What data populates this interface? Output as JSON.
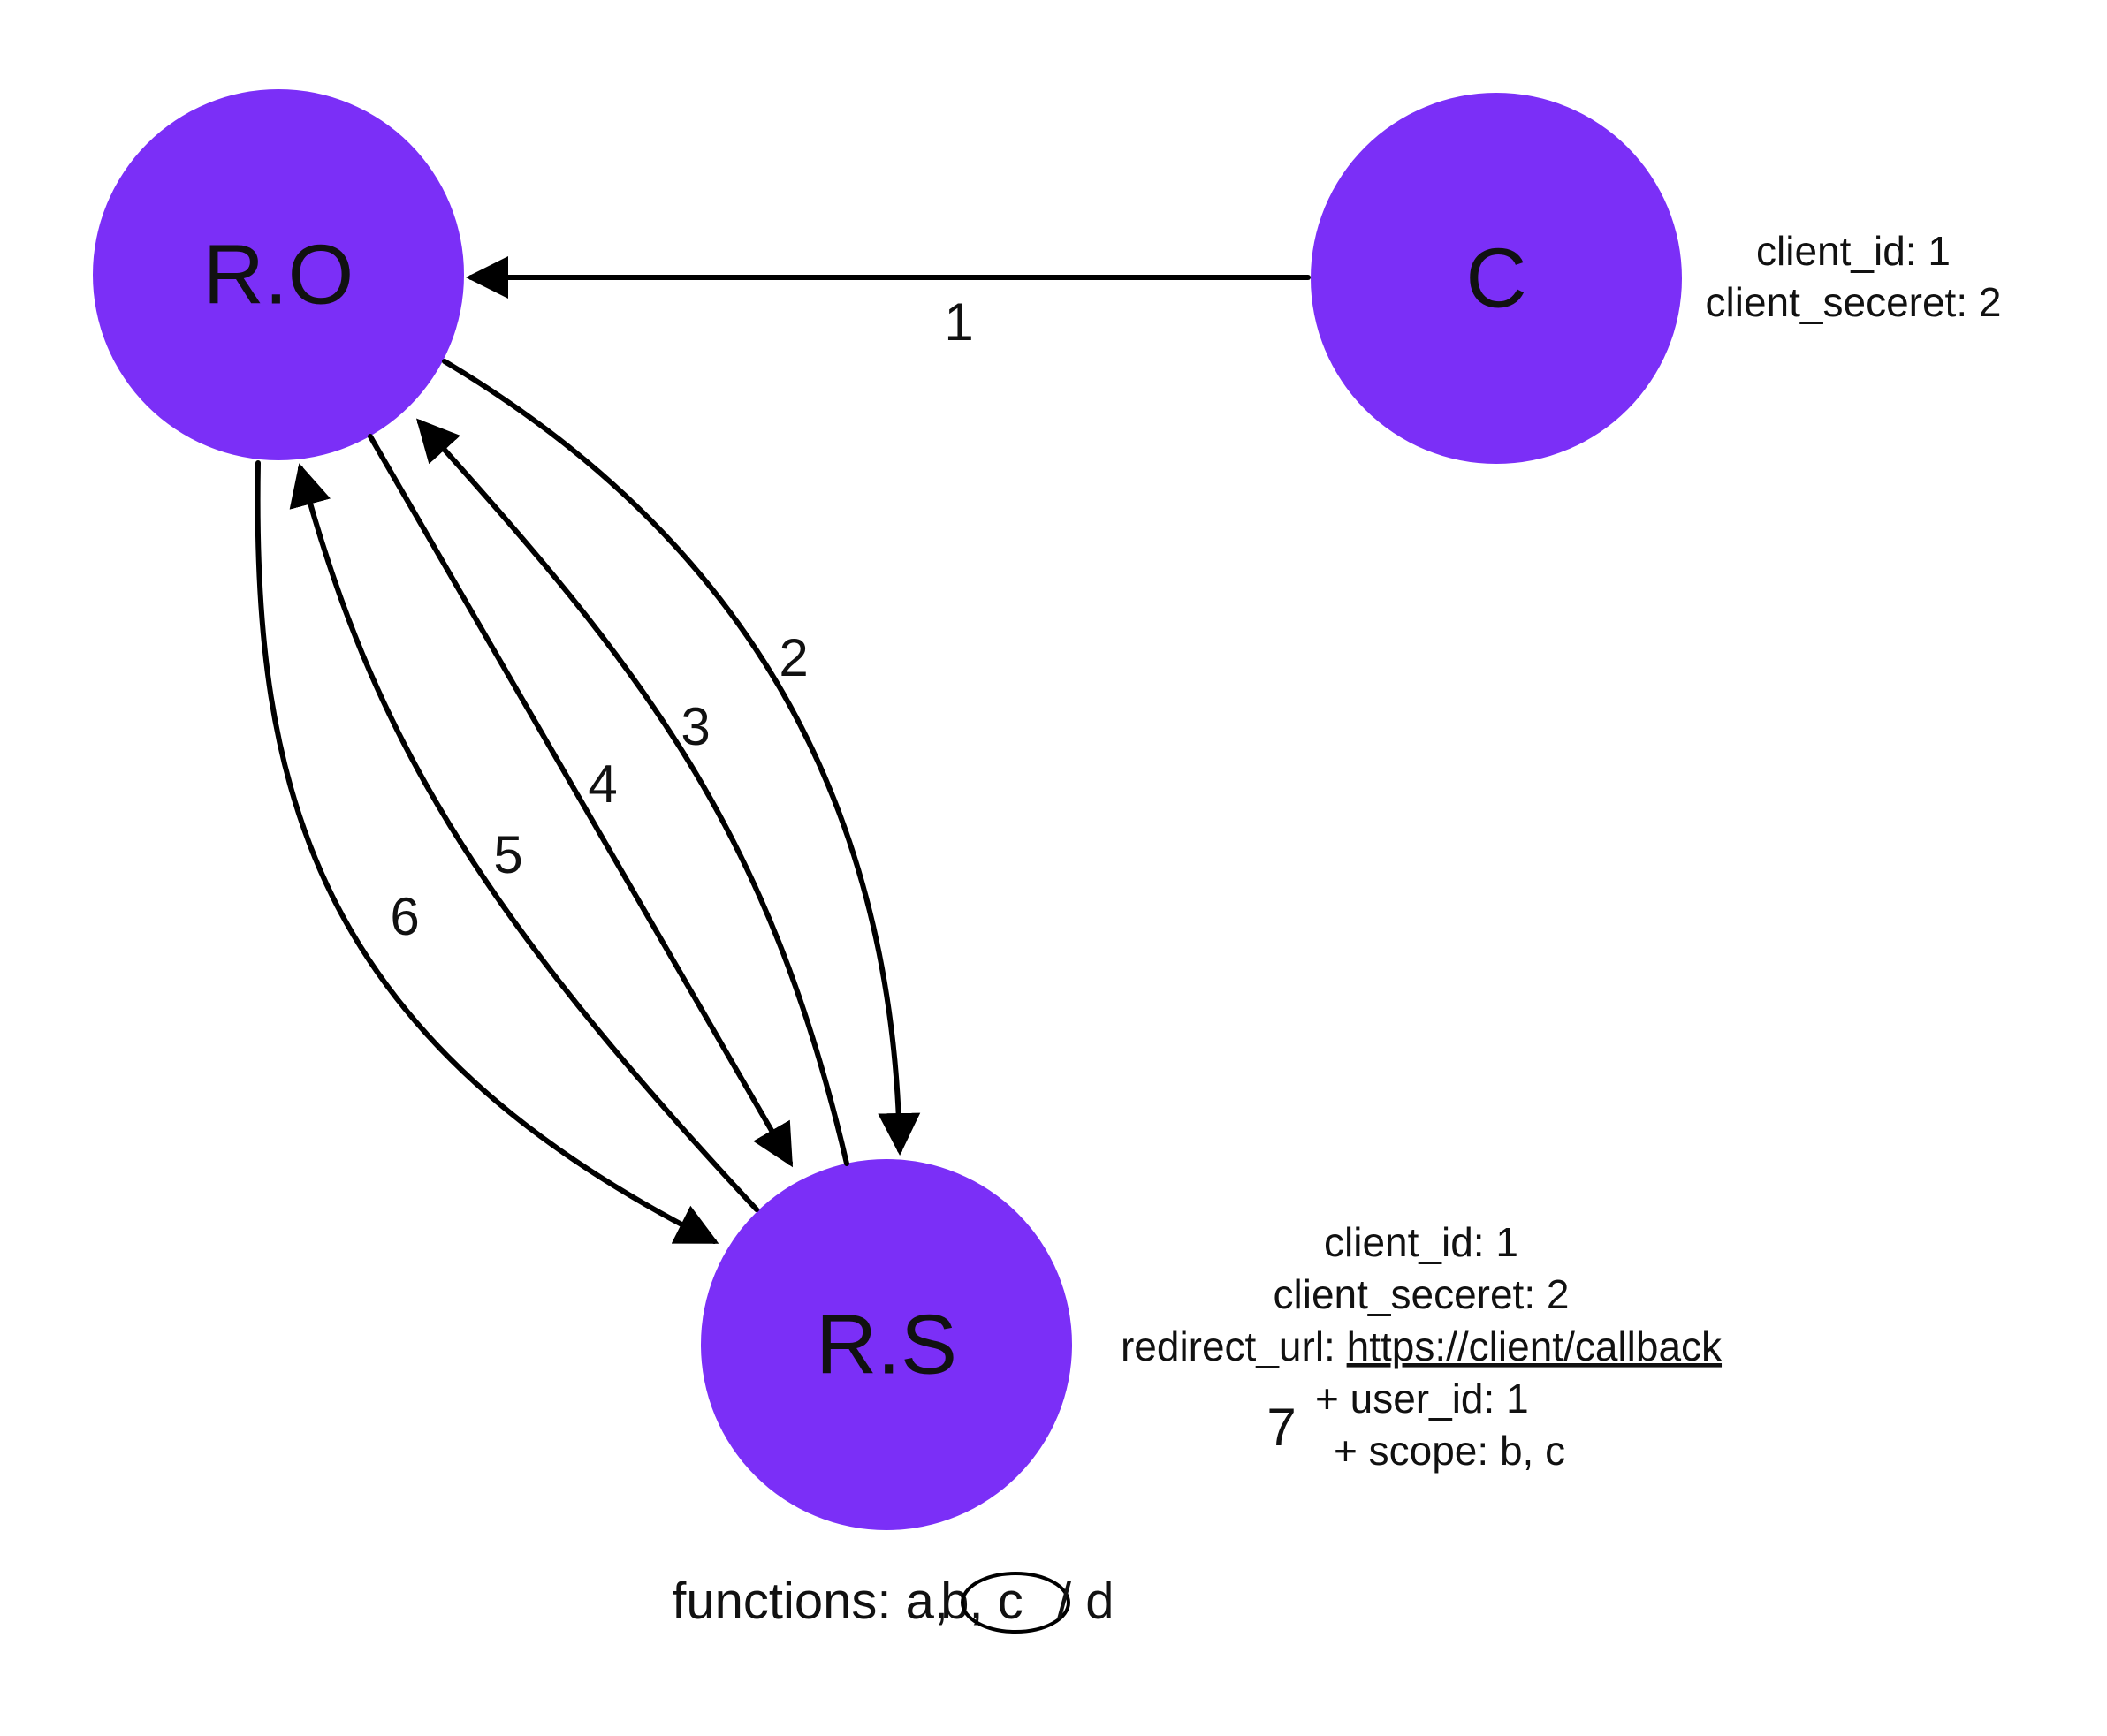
{
  "colors": {
    "node_fill": "#7B2FF7",
    "edge_stroke": "#000000",
    "text": "#111111",
    "background": "#ffffff"
  },
  "nodes": {
    "resource_owner": {
      "label": "R.O"
    },
    "client": {
      "label": "C"
    },
    "resource_server": {
      "label": "R.S"
    }
  },
  "edges": [
    {
      "label": "1",
      "from": "C",
      "to": "R.O"
    },
    {
      "label": "2",
      "from": "R.O",
      "to": "R.S"
    },
    {
      "label": "3",
      "from": "R.S",
      "to": "R.O"
    },
    {
      "label": "4",
      "from": "R.O",
      "to": "R.S"
    },
    {
      "label": "5",
      "from": "R.S",
      "to": "R.O"
    },
    {
      "label": "6",
      "from": "R.O",
      "to": "R.S"
    }
  ],
  "client_notes": {
    "client_id": "client_id: 1",
    "client_secret": "client_seceret: 2"
  },
  "server_notes": {
    "step_label": "7",
    "client_id": "client_id: 1",
    "client_secret": "client_seceret: 2",
    "redirect_prefix": "redirect_url: ",
    "redirect_url": "https://client/callback",
    "user_id": "+ user_id: 1",
    "scope": "+ scope: b, c"
  },
  "functions": {
    "prefix": "functions: a,",
    "circled": "b, c",
    "suffix": "/ d"
  }
}
